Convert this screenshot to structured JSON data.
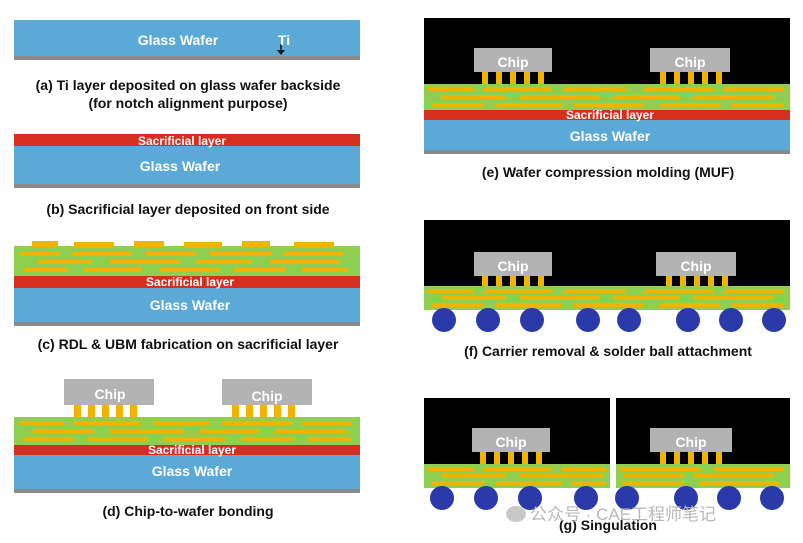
{
  "labels": {
    "glass_wafer": "Glass Wafer",
    "ti": "Ti",
    "sacrificial": "Sacrificial layer",
    "chip": "Chip"
  },
  "captions": {
    "a_line1": "(a) Ti layer deposited on glass wafer backside",
    "a_line2": "(for notch alignment purpose)",
    "b": "(b) Sacrificial layer deposited on front side",
    "c": "(c) RDL & UBM fabrication on sacrificial layer",
    "d": "(d) Chip-to-wafer bonding",
    "e": "(e) Wafer compression molding (MUF)",
    "f": "(f) Carrier removal & solder ball attachment",
    "g": "(g) Singulation"
  },
  "watermark": "公众号 · CAE工程师笔记",
  "colors": {
    "glass": "#5aa9d6",
    "sacrificial": "#d42f1f",
    "rdl_green": "#8fcf4f",
    "copper": "#f0b400",
    "chip": "#b3b3b3",
    "mold": "#000000",
    "solder_ball": "#2a3aa8",
    "ti": "#8a8a8a"
  }
}
